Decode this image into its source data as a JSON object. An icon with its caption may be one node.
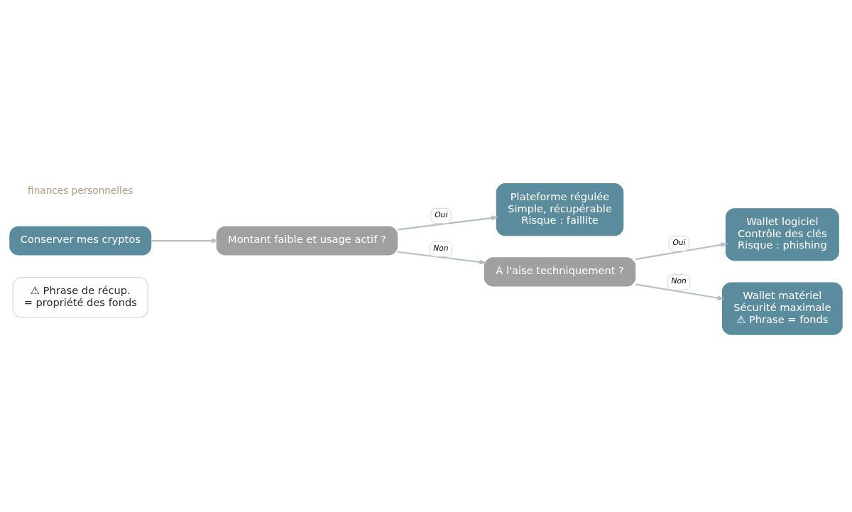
{
  "diagram": {
    "nodes": [
      {
        "text": [
          "Conserver mes cryptos"
        ]
      },
      {
        "text": [
          "Montant faible et usage actif ?"
        ]
      },
      {
        "text": [
          "Plateforme régulée",
          "Simple, récupérable",
          "Risque : faillite"
        ]
      },
      {
        "text": [
          "À l'aise techniquement ?"
        ]
      },
      {
        "text": [
          "Wallet logiciel",
          "Contrôle des clés",
          "Risque : phishing"
        ]
      },
      {
        "text": [
          "Wallet matériel",
          "Sécurité maximale",
          "⚠ Phrase = fonds"
        ]
      },
      {
        "text": [
          "⚠ Phrase de récup.",
          "= propriété des fonds"
        ]
      }
    ],
    "edges": [
      {
        "from": 0,
        "to": 1,
        "arrow": "to"
      },
      {
        "from": 1,
        "to": 2,
        "label": "Oui",
        "arrow": "to"
      },
      {
        "from": 1,
        "to": 3,
        "label": "Non",
        "arrow": "to"
      },
      {
        "from": 3,
        "to": 4,
        "label": "Oui",
        "arrow": "to"
      },
      {
        "from": 3,
        "to": 5,
        "label": "Non",
        "arrow": "to"
      }
    ],
    "labels": [
      "finances personnelles"
    ]
  }
}
